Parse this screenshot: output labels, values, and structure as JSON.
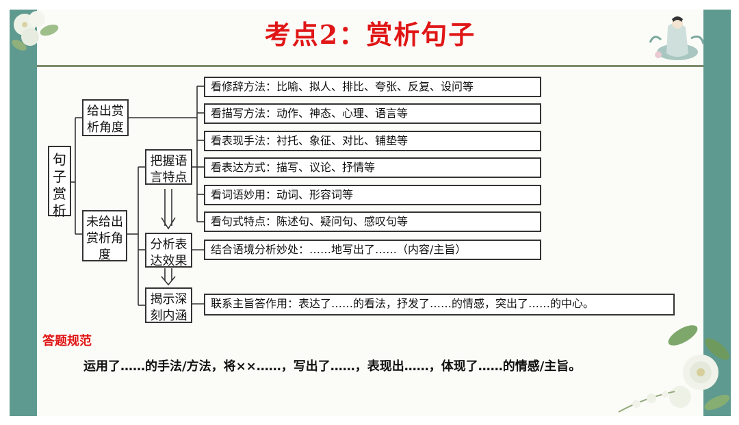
{
  "slide": {
    "title": "考点2：赏析句子"
  },
  "tree": {
    "root": "句子赏析",
    "branch_given": "给出赏析角度",
    "branch_not_given": "未给出赏析角度",
    "step_grasp": "把握语言特点",
    "step_analyze": "分析表达效果",
    "step_reveal": "揭示深刻内涵",
    "items": [
      "看修辞方法：比喻、拟人、排比、夸张、反复、设问等",
      "看描写方法：动作、神态、心理、语言等",
      "看表现手法：衬托、象征、对比、铺垫等",
      "看表达方式：描写、议论、抒情等",
      "看词语妙用：动词、形容词等",
      "看句式特点：陈述句、疑问句、感叹句等"
    ],
    "analyze_text": "结合语境分析妙处：……地写出了……（内容/主旨）",
    "reveal_text": "联系主旨答作用：表达了……的看法，抒发了……的情感，突出了……的中心。"
  },
  "answer_rule": {
    "heading": "答题规范",
    "text": "运用了……的手法/方法，将××……，写出了……，表现出……，体现了……的情感/主旨。"
  },
  "colors": {
    "frame": "#5f9a90",
    "title_red": "#e01616",
    "border": "#333333"
  }
}
